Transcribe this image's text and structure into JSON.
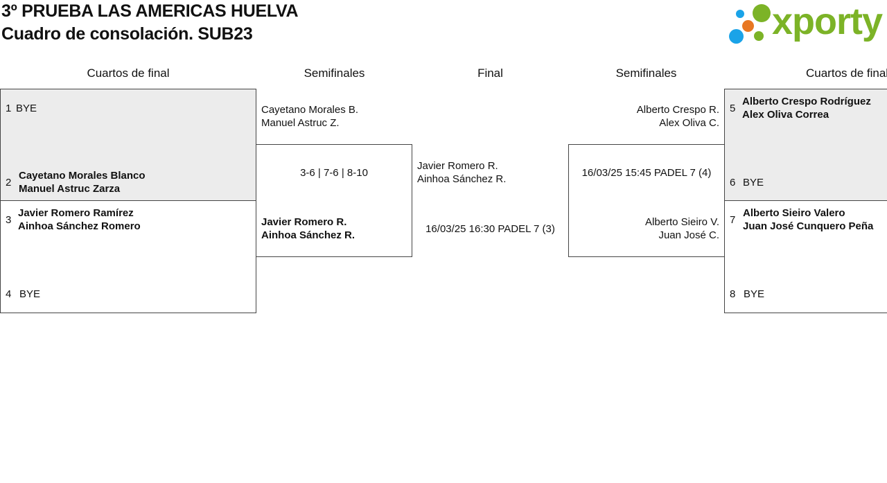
{
  "header": {
    "tournament": "3º PRUEBA LAS AMERICAS HUELVA",
    "draw": "Cuadro de consolación. SUB23",
    "logo_text": "xporty"
  },
  "rounds": {
    "left_qf": "Cuartos de final",
    "left_sf": "Semifinales",
    "final": "Final",
    "right_sf": "Semifinales",
    "right_qf": "Cuartos de final"
  },
  "left_qf": [
    {
      "seed": "1",
      "name": "BYE"
    },
    {
      "seed": "2",
      "p1": "Cayetano Morales Blanco",
      "p2": "Manuel Astruc Zarza"
    },
    {
      "seed": "3",
      "p1": "Javier Romero Ramírez",
      "p2": "Ainhoa Sánchez Romero"
    },
    {
      "seed": "4",
      "name": "BYE"
    }
  ],
  "right_qf": [
    {
      "seed": "5",
      "p1": "Alberto Crespo Rodríguez",
      "p2": "Alex Oliva Correa"
    },
    {
      "seed": "6",
      "name": "BYE"
    },
    {
      "seed": "7",
      "p1": "Alberto Sieiro Valero",
      "p2": "Juan José Cunquero Peña"
    },
    {
      "seed": "8",
      "name": "BYE"
    }
  ],
  "left_sf": {
    "top_p1": "Cayetano Morales B.",
    "top_p2": "Manuel Astruc Z.",
    "score": "3-6 | 7-6 | 8-10",
    "bottom_p1": "Javier Romero R.",
    "bottom_p2": "Ainhoa Sánchez R."
  },
  "final": {
    "p1": "Javier Romero R.",
    "p2": "Ainhoa Sánchez R.",
    "schedule": "16/03/25 16:30 PADEL 7 (3)"
  },
  "right_sf": {
    "top_p1": "Alberto Crespo R.",
    "top_p2": "Alex Oliva C.",
    "schedule": "16/03/25 15:45 PADEL 7 (4)",
    "bottom_p1": "Alberto Sieiro V.",
    "bottom_p2": "Juan José C."
  },
  "colors": {
    "logo_green": "#7cb327",
    "logo_blue": "#1aa3e8",
    "logo_orange": "#e87722",
    "bye_fill": "#ececec"
  }
}
